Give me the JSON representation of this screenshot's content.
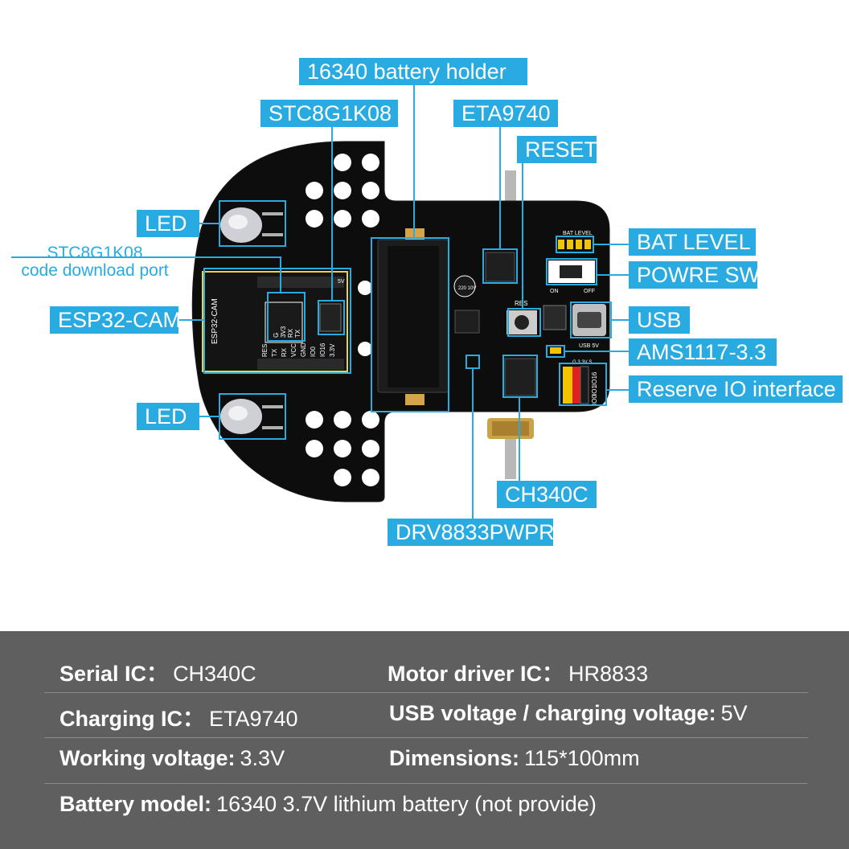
{
  "labels": {
    "battery_holder": "16340 battery holder",
    "stc": "STC8G1K08",
    "eta": "ETA9740",
    "reset": "RESET",
    "led_top": "LED",
    "led_bottom": "LED",
    "stc_port_line1": "STC8G1K08",
    "stc_port_line2": "code download port",
    "esp32": "ESP32-CAM",
    "bat_level": "BAT LEVEL",
    "power_sw": "POWRE SW",
    "usb": "USB",
    "ams": "AMS1117-3.3",
    "reserve_io": "Reserve IO interface",
    "ch340": "CH340C",
    "drv": "DRV8833PWPR"
  },
  "board_text": {
    "esp_module": "ESP32-CAM",
    "bat_level": "BAT LEVEL",
    "res": "RES",
    "on": "ON",
    "off": "OFF",
    "usb5v": "USB 5V",
    "cap": "220 10V",
    "pins": [
      "G",
      "3V3",
      "RX",
      "TX"
    ],
    "esp_pins": [
      "RES",
      "TX",
      "RX",
      "VCC",
      "GND",
      "IO0",
      "IO16",
      "3.3V"
    ],
    "io_pins": [
      "IO16",
      "IO1",
      "IO0"
    ],
    "io_head": "G 3.3V S",
    "five_v": "5V"
  },
  "specs": {
    "serial_ic_k": "Serial IC：",
    "serial_ic_v": "CH340C",
    "motor_k": "Motor driver IC：",
    "motor_v": "HR8833",
    "charging_k": "Charging IC：",
    "charging_v": "ETA9740",
    "usb_k": "USB voltage / charging voltage:",
    "usb_v": "5V",
    "working_k": "Working voltage:",
    "working_v": "3.3V",
    "dim_k": "Dimensions:",
    "dim_v": "115*100mm",
    "battery_k": "Battery model:",
    "battery_v": "16340 3.7V lithium battery (not provide)"
  },
  "colors": {
    "label_bg": "#29abe2",
    "board": "#0d0d0d",
    "spec_bg": "#5f5f5f"
  }
}
